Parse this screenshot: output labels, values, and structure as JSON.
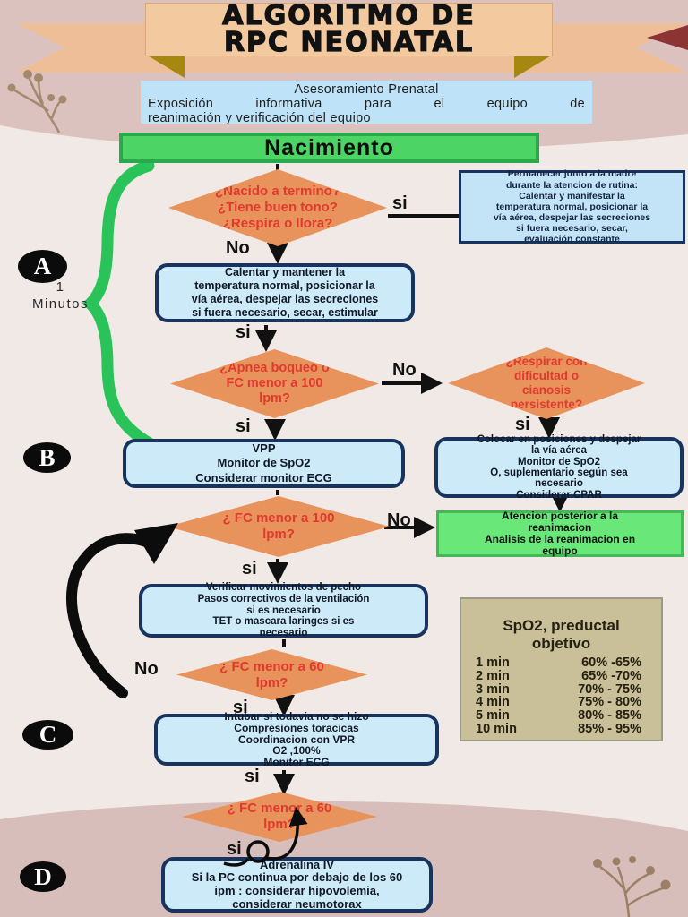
{
  "title": {
    "line1": "ALGORITMO DE",
    "line2": "RPC NEONATAL"
  },
  "prenatal": {
    "line1": "Asesoramiento Prenatal",
    "line2": "Exposición informativa para el equipo de",
    "line3": "reanimación y verificación del equipo"
  },
  "nacimiento_label": "Nacimiento",
  "side_markers": {
    "a": "A",
    "b": "B",
    "c": "C",
    "d": "D"
  },
  "minute_note": {
    "value": "1",
    "unit": "Minutos"
  },
  "connector_labels": {
    "si": "si",
    "no": "No"
  },
  "diamonds": {
    "nacido": "¿Nacido a termino?\n¿Tiene buen tono?\n¿Respira o llora?",
    "apnea": "¿Apnea boqueo o\nFC menor a 100\nlpm?",
    "respira_dificultad": "¿Respirar con\ndificultad o\ncianosis\npersistente?",
    "fc100": "¿ FC menor a 100\nlpm?",
    "fc60_a": "¿ FC menor a 60\nlpm?",
    "fc60_b": "¿ FC menor a 60\nlpm?"
  },
  "boxes": {
    "permanecer": "Permanecer junto a la madre\ndurante la atencion de rutina:\nCalentar y manifestar la\ntemperatura normal, posicionar la\nvía aérea, despejar las secreciones\nsi fuera necesario, secar,\nevaluación constante",
    "calentar": "Calentar y mantener la\ntemperatura normal, posicionar la\nvía aérea, despejar las secreciones\nsi fuera necesario, secar, estimular",
    "vpp": "VPP\nMonitor de SpO2\nConsiderar monitor ECG",
    "colocar": "Colocar en posiciones y despejar\nla vía aérea\nMonitor de SpO2\nO, suplementario según sea\nnecesario\nConsiderar CPAR",
    "atencion": "Atencion posterior a la\nreanimacion\nAnalisis de la reanimacion en\nequipo",
    "verificar": "Verificar movimientos de pecho\nPasos correctivos de la ventilación\nsi es necesario\nTET o mascara laringes si es\nnecesario",
    "intubar": "Intubar si todavia no se hizo\nCompresiones toracicas\nCoordinacion con VPR\nO2 ,100%\nMonitor ECG",
    "adrenalina": "Adrenalina IV\nSi la PC continua por debajo de los 60\nipm : considerar hipovolemia,\nconsiderar neumotorax"
  },
  "spo2_table": {
    "title": "SpO2, preductal\nobjetivo",
    "rows": [
      {
        "time": "1 min",
        "range": "60% -65%"
      },
      {
        "time": "2 min",
        "range": "65% -70%"
      },
      {
        "time": "3 min",
        "range": "70% - 75%"
      },
      {
        "time": "4 min",
        "range": "75% - 80%"
      },
      {
        "time": "5 min",
        "range": "80% - 85%"
      },
      {
        "time": "10 min",
        "range": "85% - 95%"
      }
    ]
  },
  "colors": {
    "background": "#F1E9E5",
    "mauve_band": "#DBC2BF",
    "ribbon_tan": "#EDBE97",
    "title_card": "#F3CA9F",
    "gold_fold": "#A6870F",
    "maroon_chevron": "#8C3434",
    "diamond_orange": "#E9935C",
    "diamond_text_red": "#E0392E",
    "box_blue": "#CDEAF9",
    "box_border_navy": "#17335E",
    "green_bright": "#4CD465",
    "green_light": "#69E879",
    "brace_green": "#2AC35A",
    "khaki_table": "#C9C09A"
  }
}
